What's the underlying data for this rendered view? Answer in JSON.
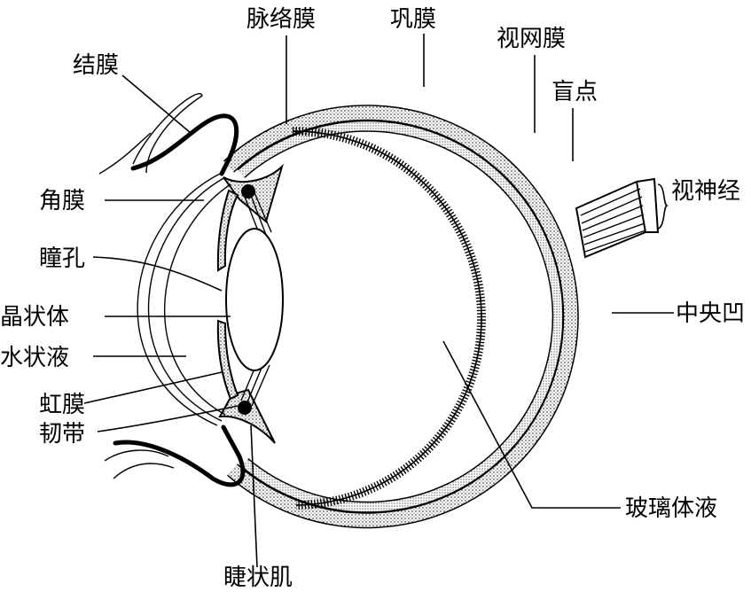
{
  "labels": {
    "choroid": "脉络膜",
    "sclera": "巩膜",
    "retina": "视网膜",
    "blind_spot": "盲点",
    "conjunctiva": "结膜",
    "optic_nerve": "视神经",
    "cornea": "角膜",
    "pupil": "瞳孔",
    "lens": "晶状体",
    "aqueous_humor": "水状液",
    "iris": "虹膜",
    "ligament": "韧带",
    "fovea": "中央凹",
    "vitreous_humor": "玻璃体液",
    "ciliary_muscle": "睫状肌"
  },
  "colors": {
    "ink": "#000000",
    "paper": "#ffffff"
  }
}
